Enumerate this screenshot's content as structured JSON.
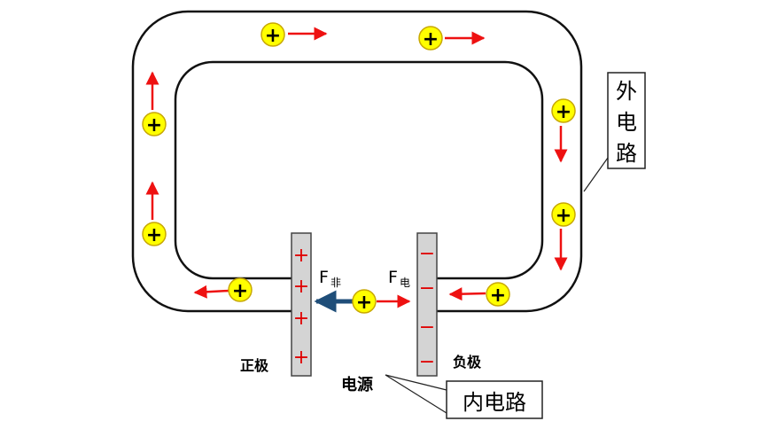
{
  "labels": {
    "outer_circuit": [
      "外",
      "电",
      "路"
    ],
    "inner_circuit": "内电路",
    "source": "电源",
    "positive_pole": "正极",
    "negative_pole": "负极",
    "force_nonelectric_main": "F",
    "force_nonelectric_sub": "非",
    "force_electric_main": "F",
    "force_electric_sub": "电"
  },
  "symbols": {
    "charge": "+",
    "plate_plus": "+",
    "plate_minus": "−"
  },
  "colors": {
    "charge_fill": "#ffff00",
    "charge_stroke": "#c8a800",
    "arrow_red": "#ee1111",
    "arrow_blue": "#1f4e79",
    "plate_fill": "#d4d4d4",
    "plate_stroke": "#444444",
    "sign_red": "#e00000",
    "loop_stroke": "#111111"
  }
}
